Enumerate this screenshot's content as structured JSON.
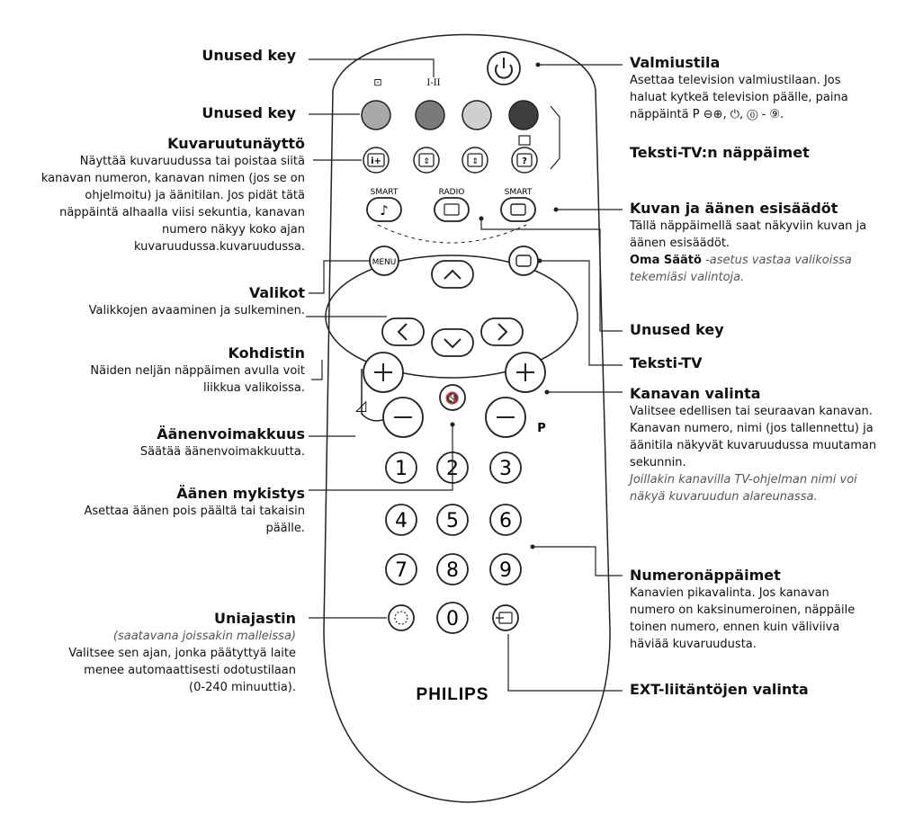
{
  "remote": {
    "brand": "PHILIPS",
    "labels": {
      "mode_icon": "⊡",
      "i_ii": "I-II",
      "smart_left": "SMART",
      "radio": "RADIO",
      "smart_right": "SMART",
      "menu": "MENU",
      "p": "P",
      "volume_icon": "◿"
    },
    "colors": {
      "key_red": "#a8a8a8",
      "key_green": "#7a7a7a",
      "key_yellow": "#cfcfcf",
      "key_blue": "#3e3e3e"
    },
    "digits": [
      "1",
      "2",
      "3",
      "4",
      "5",
      "6",
      "7",
      "8",
      "9",
      "0"
    ]
  },
  "left": {
    "unused1": {
      "title": "Unused key"
    },
    "unused2": {
      "title": "Unused key"
    },
    "kuvaruutu": {
      "title": "Kuvaruutunäyttö",
      "lines": [
        "Näyttää kuvaruudussa tai poistaa siitä",
        "kanavan numeron, kanavan nimen (jos se on",
        "ohjelmoitu) ja äänitilan. Jos pidät tätä",
        "näppäintä alhaalla viisi sekuntia, kanavan",
        "numero näkyy koko ajan",
        "kuvaruudussa.kuvaruudussa."
      ]
    },
    "valikot": {
      "title": "Valikot",
      "lines": [
        "Valikkojen avaaminen ja sulkeminen."
      ]
    },
    "kohdistin": {
      "title": "Kohdistin",
      "lines": [
        "Näiden neljän näppäimen avulla voit",
        "liikkua valikoissa."
      ]
    },
    "volume": {
      "title": "Äänenvoimakkuus",
      "lines": [
        "Säätää äänenvoimakkuutta."
      ]
    },
    "mute": {
      "title": "Äänen mykistys",
      "lines": [
        "Asettaa äänen pois päältä tai takaisin",
        "päälle."
      ]
    },
    "sleep": {
      "title": "Uniajastin",
      "note": "(saatavana joissakin malleissa)",
      "lines": [
        "Valitsee sen ajan, jonka päätyttyä laite",
        "menee automaattisesti odotustilaan",
        "(0-240 minuuttia)."
      ]
    }
  },
  "right": {
    "standby": {
      "title": "Valmiustila",
      "lines": [
        "Asettaa television valmiustilaan. Jos",
        "haluat kytkeä television päälle, paina",
        "näppäintä P ⊖⊕, ⏻, ⓪ - ⑨."
      ]
    },
    "teletext_keys": {
      "title": "Teksti-TV:n näppäimet"
    },
    "presets": {
      "title": "Kuvan ja äänen esisäädöt",
      "lines": [
        "Tällä näppäimellä saat näkyviin kuvan ja",
        "äänen esisäädöt."
      ],
      "bold": "Oma Säätö",
      "italic": [
        " -asetus vastaa valikoissa",
        "tekemiäsi valintoja."
      ]
    },
    "unused3": {
      "title": "Unused key"
    },
    "teletext": {
      "title": "Teksti-TV"
    },
    "channel": {
      "title": "Kanavan valinta",
      "lines": [
        "Valitsee edellisen tai seuraavan kanavan.",
        "Kanavan numero, nimi (jos tallennettu) ja",
        "äänitila näkyvät kuvaruudussa muutaman",
        "sekunnin."
      ],
      "italic": [
        "Joillakin kanavilla TV-ohjelman nimi voi",
        "näkyä kuvaruudun alareunassa."
      ]
    },
    "numbers": {
      "title": "Numeronäppäimet",
      "lines": [
        "Kanavien pikavalinta. Jos kanavan",
        "numero on kaksinumeroinen, näppäile",
        "toinen numero, ennen kuin väliviiva",
        "häviää kuvaruudusta."
      ]
    },
    "ext": {
      "title": "EXT-liitäntöjen valinta"
    }
  }
}
